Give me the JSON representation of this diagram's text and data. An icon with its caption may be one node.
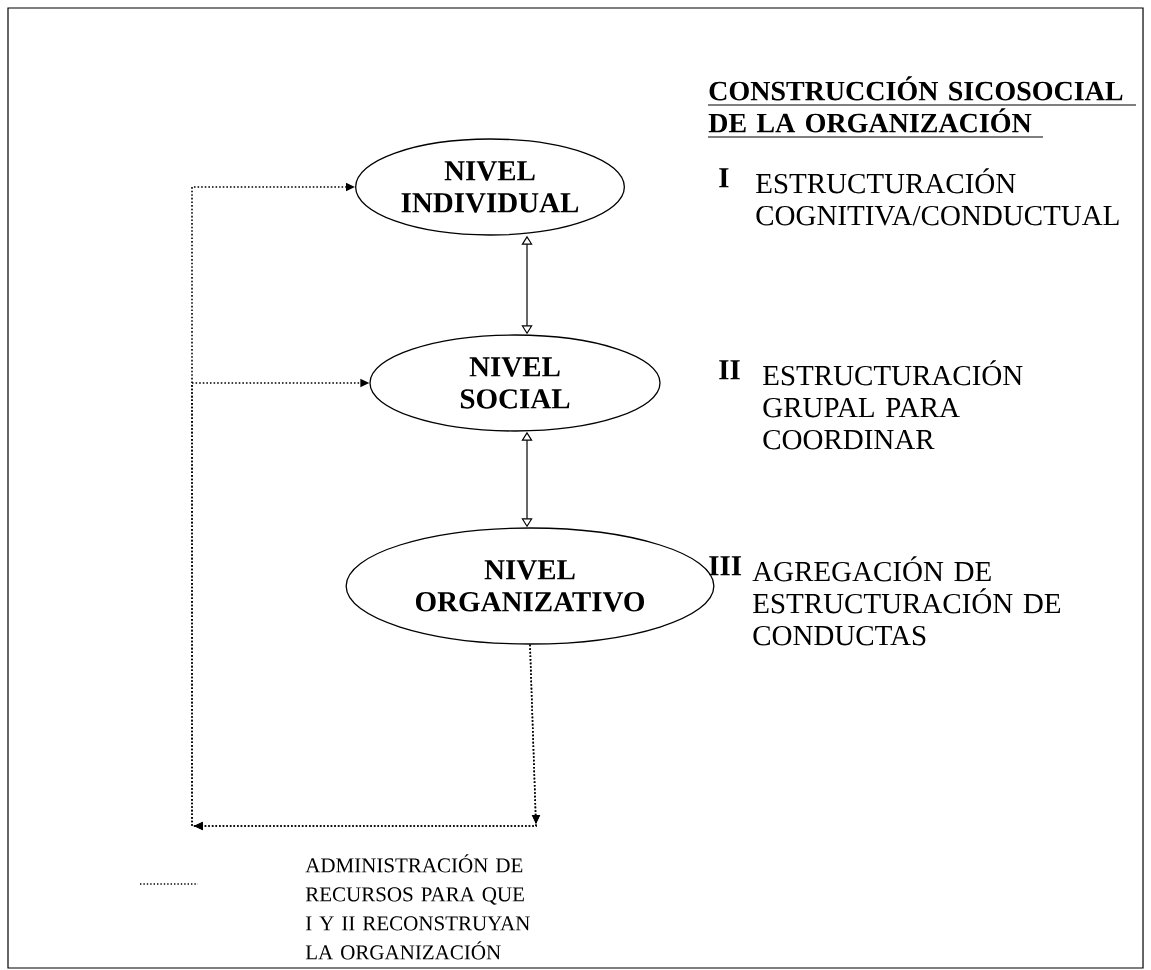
{
  "diagram": {
    "title": "CONSTRUCCIÓN SICOSOCIAL DE LA ORGANIZACIÓN",
    "nodes": [
      {
        "text": [
          "NIVEL INDIVIDUAL"
        ],
        "beside": [
          "I",
          "ESTRUCTURACIÓN COGNITIVA/CONDUCTUAL"
        ]
      },
      {
        "text": [
          "NIVEL SOCIAL"
        ],
        "beside": [
          "II",
          "ESTRUCTURACIÓN GRUPAL PARA COORDINAR"
        ]
      },
      {
        "text": [
          "NIVEL ORGANIZATIVO"
        ],
        "beside": [
          "III",
          "AGREGACIÓN DE ESTRUCTURACIÓN DE CONDUCTAS"
        ]
      }
    ],
    "edges": [
      {
        "from": 0,
        "to": 1,
        "arrow": "both"
      },
      {
        "from": 1,
        "to": 2,
        "arrow": "both"
      },
      {
        "from": 2,
        "to": 0,
        "arrow": "to",
        "style": "dashed"
      },
      {
        "from": 2,
        "to": 1,
        "arrow": "to",
        "style": "dashed"
      }
    ],
    "legend": [
      {
        "text": "ADMINISTRACIÓN DE RECURSOS PARA QUE I Y II RECONSTRUYAN LA ORGANIZACIÓN"
      }
    ]
  }
}
